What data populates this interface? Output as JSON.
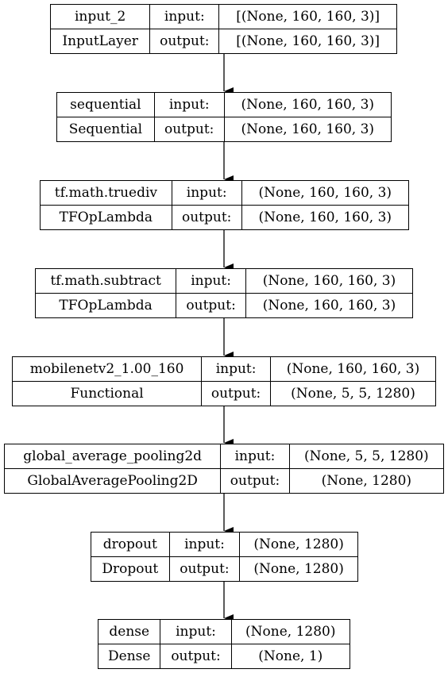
{
  "nodes": [
    {
      "name": "input_2",
      "type": "InputLayer",
      "in_label": "input:",
      "out_label": "output:",
      "input": "[(None, 160, 160, 3)]",
      "output": "[(None, 160, 160, 3)]"
    },
    {
      "name": "sequential",
      "type": "Sequential",
      "in_label": "input:",
      "out_label": "output:",
      "input": "(None, 160, 160, 3)",
      "output": "(None, 160, 160, 3)"
    },
    {
      "name": "tf.math.truediv",
      "type": "TFOpLambda",
      "in_label": "input:",
      "out_label": "output:",
      "input": "(None, 160, 160, 3)",
      "output": "(None, 160, 160, 3)"
    },
    {
      "name": "tf.math.subtract",
      "type": "TFOpLambda",
      "in_label": "input:",
      "out_label": "output:",
      "input": "(None, 160, 160, 3)",
      "output": "(None, 160, 160, 3)"
    },
    {
      "name": "mobilenetv2_1.00_160",
      "type": "Functional",
      "in_label": "input:",
      "out_label": "output:",
      "input": "(None, 160, 160, 3)",
      "output": "(None, 5, 5, 1280)"
    },
    {
      "name": "global_average_pooling2d",
      "type": "GlobalAveragePooling2D",
      "in_label": "input:",
      "out_label": "output:",
      "input": "(None, 5, 5, 1280)",
      "output": "(None, 1280)"
    },
    {
      "name": "dropout",
      "type": "Dropout",
      "in_label": "input:",
      "out_label": "output:",
      "input": "(None, 1280)",
      "output": "(None, 1280)"
    },
    {
      "name": "dense",
      "type": "Dense",
      "in_label": "input:",
      "out_label": "output:",
      "input": "(None, 1280)",
      "output": "(None, 1)"
    }
  ],
  "colors": {
    "line": "#000000",
    "background": "#ffffff"
  }
}
